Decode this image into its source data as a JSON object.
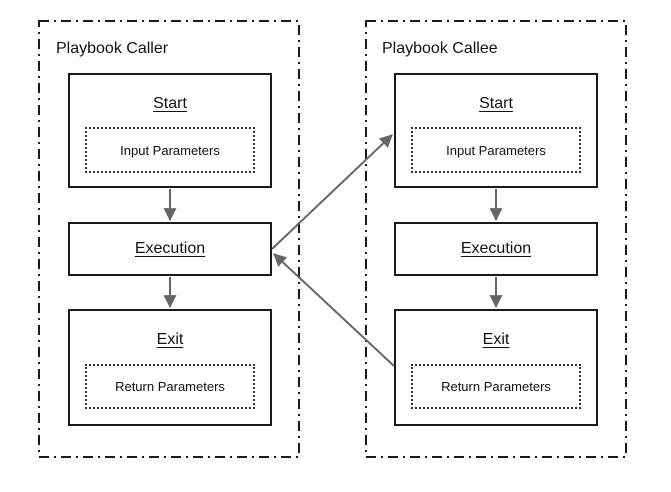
{
  "diagram": {
    "colors": {
      "arrow": "#666666",
      "box_border": "#1a1a1a",
      "container_border": "#1a1a1a",
      "background": "#ffffff",
      "text": "#111111"
    },
    "containers": [
      {
        "title": "Playbook Caller",
        "nodes": [
          {
            "label": "Start",
            "sub": "Input Parameters"
          },
          {
            "label": "Execution"
          },
          {
            "label": "Exit",
            "sub": "Return Parameters"
          }
        ]
      },
      {
        "title": "Playbook Callee",
        "nodes": [
          {
            "label": "Start",
            "sub": "Input Parameters"
          },
          {
            "label": "Execution"
          },
          {
            "label": "Exit",
            "sub": "Return Parameters"
          }
        ]
      }
    ],
    "arrows": [
      {
        "name": "caller-start-to-execution"
      },
      {
        "name": "caller-execution-to-exit"
      },
      {
        "name": "callee-start-to-execution"
      },
      {
        "name": "callee-execution-to-exit"
      },
      {
        "name": "caller-execution-to-callee-start"
      },
      {
        "name": "callee-exit-to-caller-execution"
      }
    ]
  }
}
